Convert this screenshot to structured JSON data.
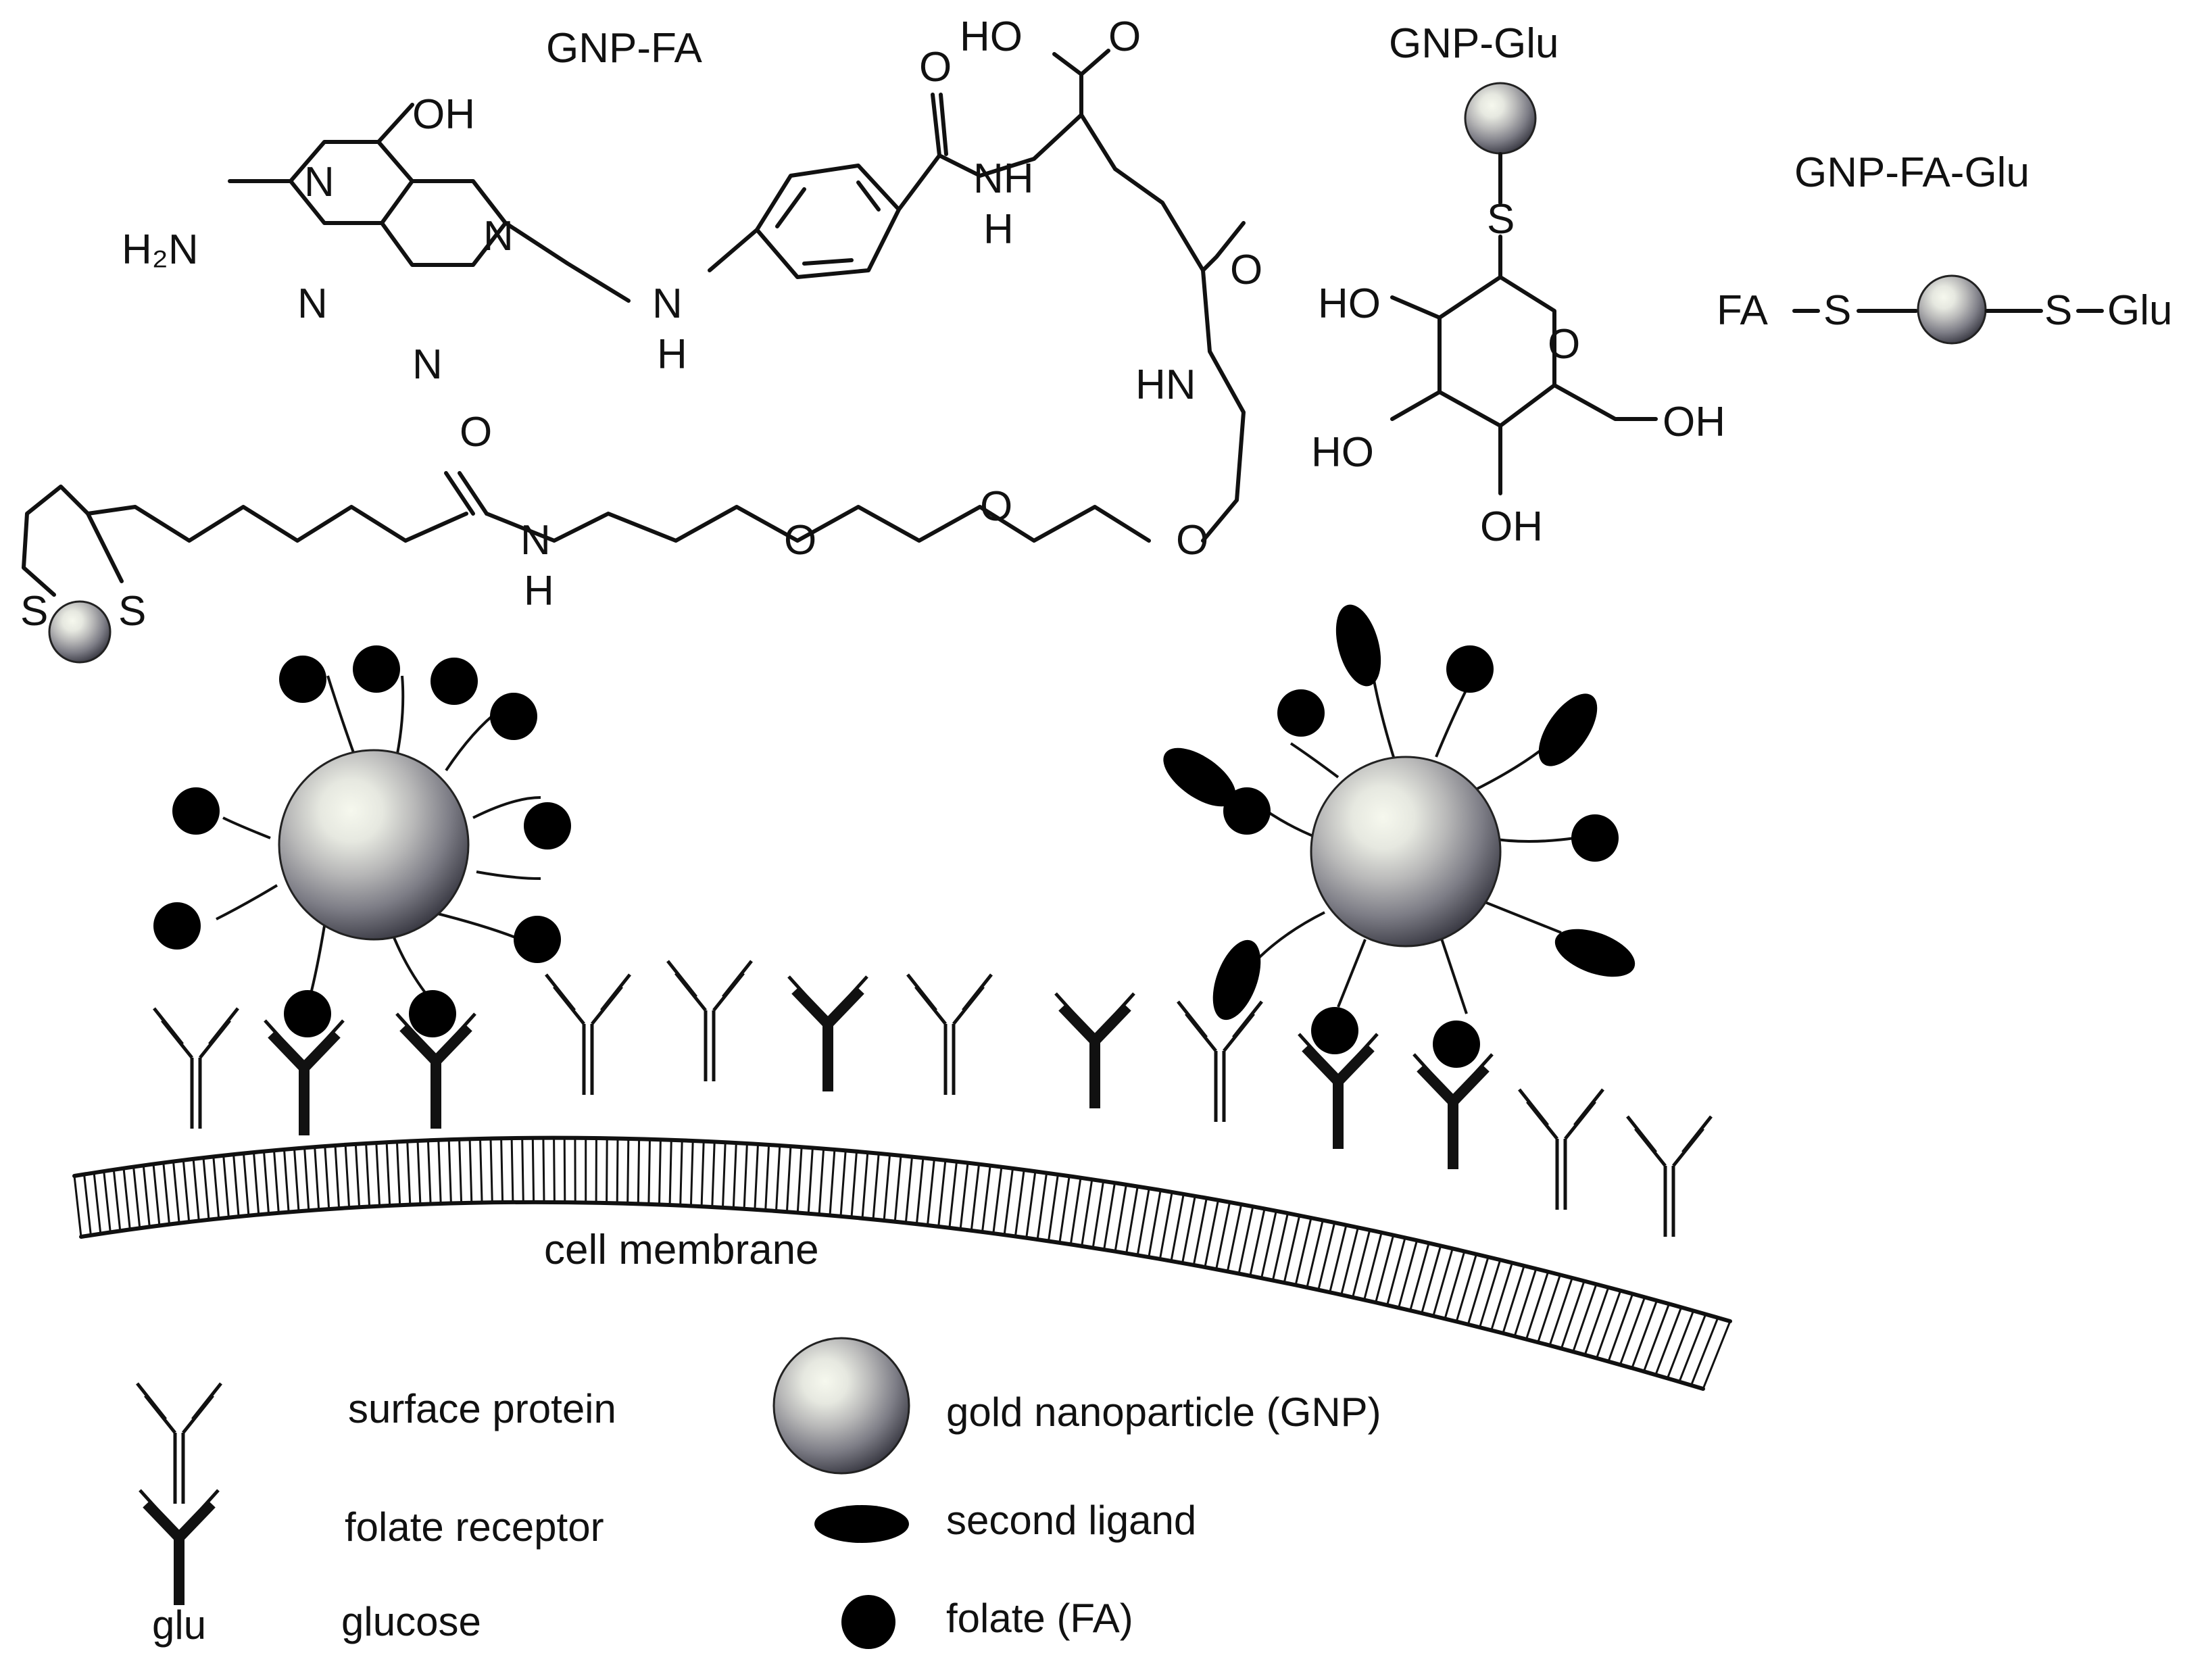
{
  "titles": {
    "gnp_fa": "GNP-FA",
    "gnp_glu": "GNP-Glu",
    "gnp_fa_glu": "GNP-FA-Glu"
  },
  "gnp_fa_glu_scheme": {
    "left": "FA",
    "sulfur_left": "S",
    "sulfur_right": "S",
    "right": "Glu"
  },
  "fa_molecule": {
    "oh": "OH",
    "h2n": "H₂N",
    "n": "N",
    "o": "O",
    "ho": "HO",
    "nh": "NH",
    "h": "H",
    "hn": "HN",
    "s": "S"
  },
  "glu_molecule": {
    "s": "S",
    "o": "O",
    "oh": "OH",
    "ho": "HO"
  },
  "membrane_label": "cell membrane",
  "legend": {
    "surface_protein": "surface protein",
    "folate_receptor": "folate receptor",
    "glu_symbol": "glu",
    "glucose": "glucose",
    "gnp": "gold nanoparticle (GNP)",
    "second_ligand": "second ligand",
    "folate": "folate (FA)"
  },
  "colors": {
    "ink": "#111111",
    "gnp_light": "#f4f6ee",
    "gnp_dark": "#3a3a48"
  }
}
